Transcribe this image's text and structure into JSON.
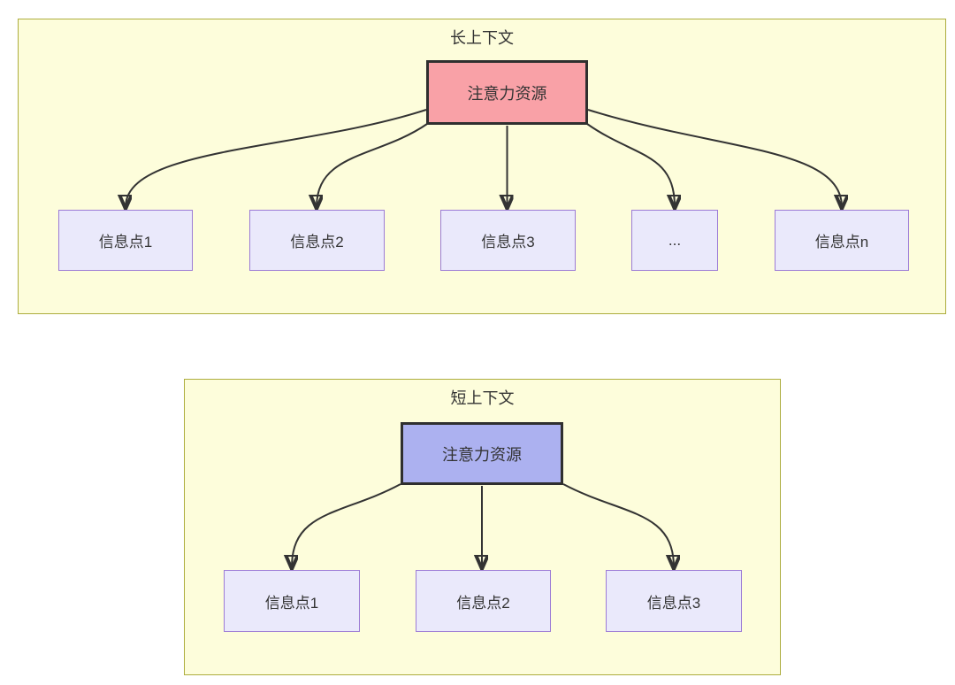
{
  "sections": [
    {
      "title": "长上下文",
      "hub": {
        "label": "注意力资源"
      },
      "children": [
        {
          "label": "信息点1"
        },
        {
          "label": "信息点2"
        },
        {
          "label": "信息点3"
        },
        {
          "label": "..."
        },
        {
          "label": "信息点n"
        }
      ]
    },
    {
      "title": "短上下文",
      "hub": {
        "label": "注意力资源"
      },
      "children": [
        {
          "label": "信息点1"
        },
        {
          "label": "信息点2"
        },
        {
          "label": "信息点3"
        }
      ]
    }
  ],
  "colors": {
    "container_fill": "#FDFDDB",
    "container_border": "#ADAD3E",
    "hub_long_fill": "#F9A1A7",
    "hub_short_fill": "#ACB1F0",
    "hub_border": "#2F2F2F",
    "node_fill": "#EAE9FB",
    "node_border": "#9C7BD6",
    "arrow": "#333333",
    "text": "#333333"
  }
}
